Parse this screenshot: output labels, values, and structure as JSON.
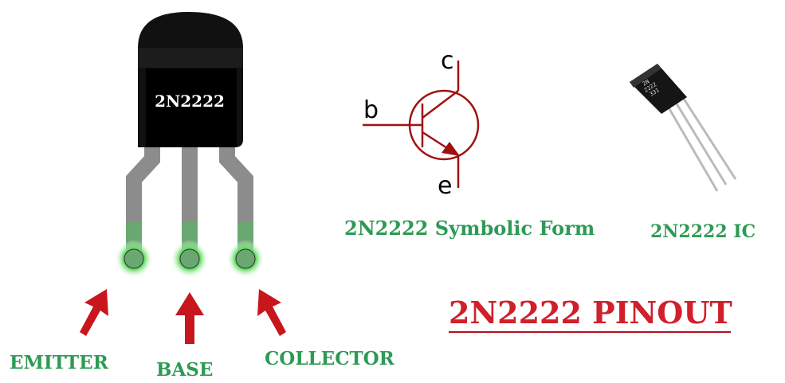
{
  "package_marking": "2N2222",
  "pins": [
    {
      "label": "EMITTER"
    },
    {
      "label": "BASE"
    },
    {
      "label": "COLLECTOR"
    }
  ],
  "symbol": {
    "base": "b",
    "collector": "c",
    "emitter": "e",
    "caption": "2N2222 Symbolic Form"
  },
  "ic_photo": {
    "marking_lines": [
      "2N",
      "2222",
      "331"
    ],
    "caption": "2N2222 IC"
  },
  "title": "2N2222 PINOUT",
  "colors": {
    "label_green": "#2e9a55",
    "arrow_red": "#c8161d",
    "title_red": "#d0202c",
    "symbol_red": "#a01010",
    "pin_green": "#6aa871",
    "lead_gray": "#8c8c8c"
  }
}
